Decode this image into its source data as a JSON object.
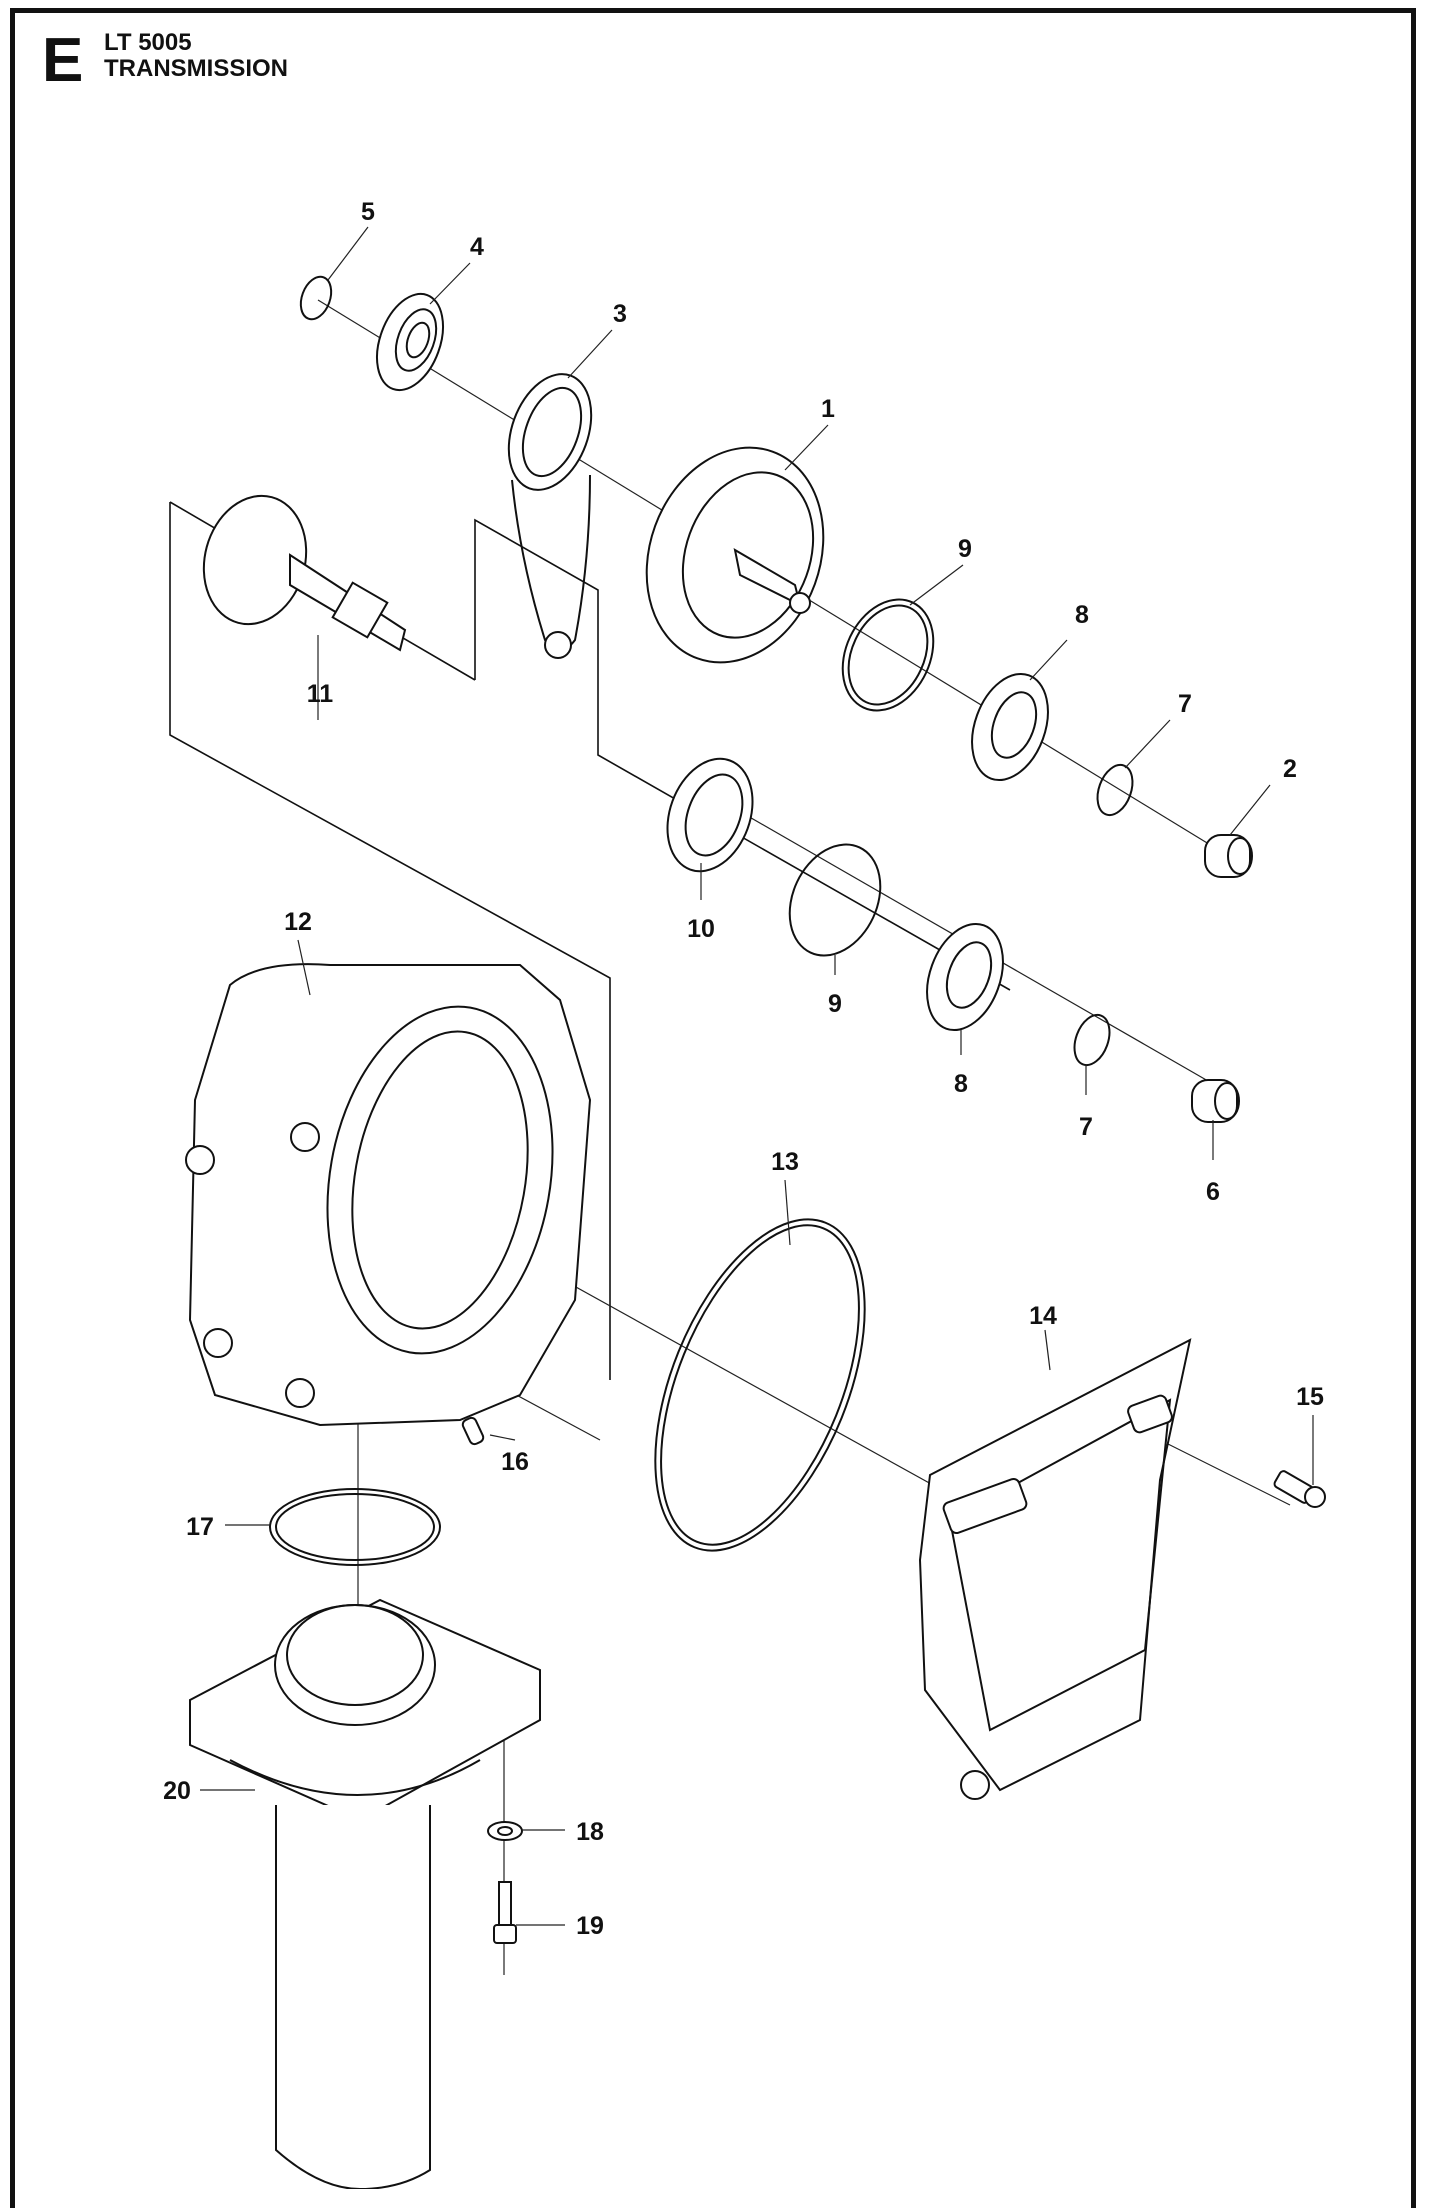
{
  "header": {
    "section_letter": "E",
    "model": "LT 5005",
    "title": "TRANSMISSION"
  },
  "callouts": [
    {
      "number": "1",
      "part": "clutch drum / gear"
    },
    {
      "number": "2",
      "part": "bushing"
    },
    {
      "number": "3",
      "part": "lever"
    },
    {
      "number": "4",
      "part": "ball bearing"
    },
    {
      "number": "5",
      "part": "retaining ring"
    },
    {
      "number": "6",
      "part": "bushing"
    },
    {
      "number": "7",
      "part": "retaining ring"
    },
    {
      "number": "7",
      "part": "retaining ring"
    },
    {
      "number": "8",
      "part": "ball bearing"
    },
    {
      "number": "8",
      "part": "ball bearing"
    },
    {
      "number": "9",
      "part": "retaining ring"
    },
    {
      "number": "9",
      "part": "retaining ring"
    },
    {
      "number": "10",
      "part": "seal ring"
    },
    {
      "number": "11",
      "part": "pinion shaft"
    },
    {
      "number": "12",
      "part": "gear housing"
    },
    {
      "number": "13",
      "part": "o-ring"
    },
    {
      "number": "14",
      "part": "cover"
    },
    {
      "number": "15",
      "part": "screw"
    },
    {
      "number": "16",
      "part": "pin"
    },
    {
      "number": "17",
      "part": "o-ring"
    },
    {
      "number": "18",
      "part": "washer"
    },
    {
      "number": "19",
      "part": "screw"
    },
    {
      "number": "20",
      "part": "flange tube"
    }
  ]
}
